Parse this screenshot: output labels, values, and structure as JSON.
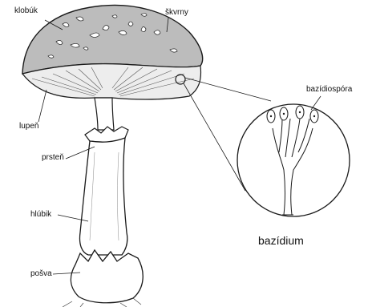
{
  "labels": {
    "cap": "klobúk",
    "spots": "škvrny",
    "gills": "lupeň",
    "ring": "prsteň",
    "stem": "hlúbik",
    "volva": "pošva",
    "spore": "bazídiospóra"
  },
  "caption": "bazídium",
  "colors": {
    "ink": "#1a1a1a",
    "cap_fill": "#b9b9b9",
    "paper": "#ffffff"
  }
}
